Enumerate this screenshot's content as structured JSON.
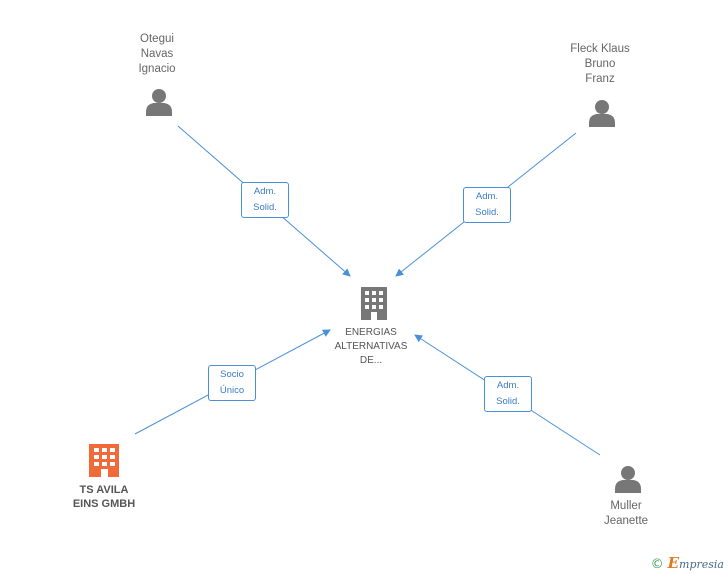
{
  "nodes": {
    "otegui": {
      "label": "Otegui\nNavas\nIgnacio"
    },
    "fleck": {
      "label": "Fleck Klaus\nBruno\nFranz"
    },
    "center": {
      "label": "ENERGIAS\nALTERNATIVAS\nDE..."
    },
    "ts_avila": {
      "label": "TS AVILA\nEINS GMBH"
    },
    "muller": {
      "label": "Muller\nJeanette"
    }
  },
  "edges": {
    "otegui_center": {
      "label": "Adm.\nSolid."
    },
    "fleck_center": {
      "label": "Adm.\nSolid."
    },
    "ts_avila_center": {
      "label": "Socio\nÚnico"
    },
    "muller_center": {
      "label": "Adm.\nSolid."
    }
  },
  "colors": {
    "edge": "#4a90d9",
    "person_icon": "#777777",
    "company_icon": "#777777",
    "owner_company_icon": "#f26a3a"
  },
  "brand": {
    "copyright": "©",
    "first_letter": "E",
    "rest": "mpresia"
  }
}
